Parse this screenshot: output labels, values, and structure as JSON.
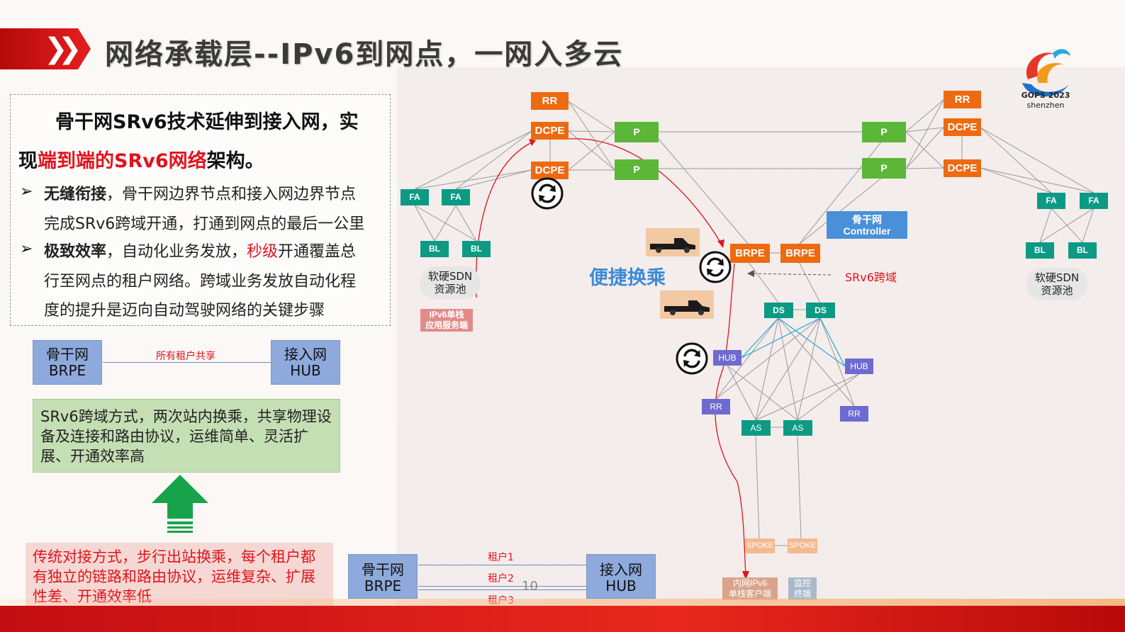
{
  "title": "网络承载层--IPv6到网点，一网入多云",
  "logo": {
    "line1": "GOPS 2023",
    "line2": "shenzhen"
  },
  "intro": {
    "line1": "骨干网SRv6技术延伸到接入网，实",
    "line2_pre": "现",
    "line2_red": "端到端的SRv6网络",
    "line2_post": "架构。"
  },
  "bullets": [
    {
      "bold": "无缝衔接",
      "text1": "，骨干网边界节点和接入网边界节点",
      "text2": "完成SRv6跨域开通，打通到网点的最后一公里"
    },
    {
      "bold": "极致效率",
      "text1a": "，自动化业务发放，",
      "text1red": "秒级",
      "text1b": "开通覆盖总",
      "text2": "行至网点的租户网络。跨域业务发放自动化程",
      "text3": "度的提升是迈向自动驾驶网络的关键步骤"
    }
  ],
  "top_compare": {
    "left": [
      "骨干网",
      "BRPE"
    ],
    "right": [
      "接入网",
      "HUB"
    ],
    "link_label": "所有租户共享"
  },
  "green_text": "SRv6跨域方式，两次站内换乘，共享物理设备及连接和路由协议，运维简单、灵活扩展、开通效率高",
  "red_text": "传统对接方式，步行出站换乘，每个租户都有独立的链路和路由协议，运维复杂、扩展性差、开通效率低",
  "bottom_compare": {
    "left": [
      "骨干网",
      "BRPE"
    ],
    "right": [
      "接入网",
      "HUB"
    ],
    "tenants": [
      "租户1",
      "租户2",
      "租户3"
    ]
  },
  "page_number": "10",
  "diagram": {
    "rr": "RR",
    "dcpe": "DCPE",
    "p": "P",
    "fa": "FA",
    "bl": "BL",
    "brpe": "BRPE",
    "ds": "DS",
    "hub": "HUB",
    "as": "AS",
    "spoke": "SPOKE",
    "cloud": [
      "软硬SDN",
      "资源池"
    ],
    "controller": [
      "骨干网",
      "Controller"
    ],
    "ipv6_server": [
      "IPv6单栈",
      "应用服务端"
    ],
    "ipv6_client": [
      "内网IPv6",
      "单栈客户端"
    ],
    "monitor": [
      "监控",
      "终端"
    ],
    "transfer_label": "便捷换乘",
    "srv6_label": "SRv6跨域"
  },
  "colors": {
    "accent_red": "#e0141e",
    "orange": "#ee6a10",
    "green": "#5cb637",
    "teal": "#0c9a85",
    "purple": "#6f6ad0"
  }
}
